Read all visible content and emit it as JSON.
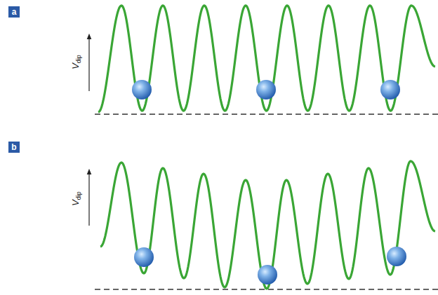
{
  "diagram": {
    "labels": [
      "a",
      "V",
      "dip",
      "b",
      "V",
      "dip"
    ]
  }
}
